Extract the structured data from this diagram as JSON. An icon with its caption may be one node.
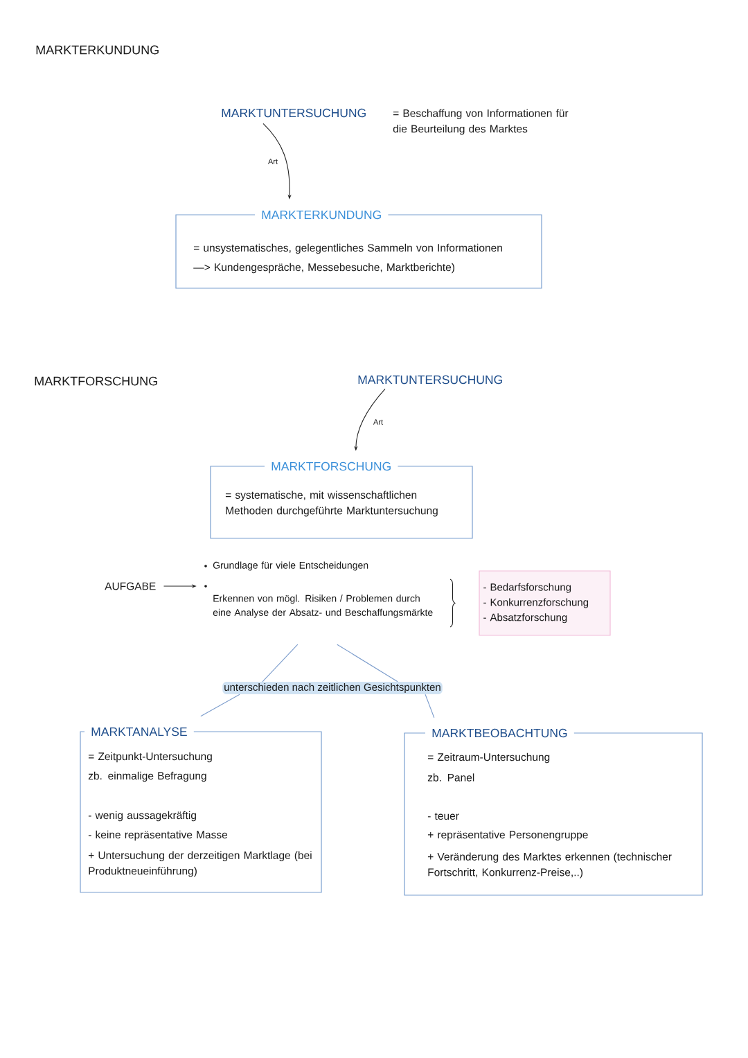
{
  "diagram": {
    "nodes": [
      {
        "text": [
          "MARKTUNTERSUCHUNG"
        ],
        "beside": [
          "= Beschaffung von Informationen für die Beurteilung des Marktes"
        ]
      },
      {
        "text": [
          "MARKTERKUNDUNG",
          "= unsystematisches, gelegentliches Sammeln von Informationen",
          "—> Kundengespräche, Messebesuche, Marktberichte)"
        ]
      },
      {
        "text": [
          "MARKTUNTERSUCHUNG"
        ]
      },
      {
        "text": [
          "MARKTFORSCHUNG",
          "= systematische, mit wissenschaftlichen Methoden durchgeführte Marktuntersuchung"
        ]
      },
      {
        "text": [
          "AUFGABE"
        ]
      },
      {
        "text": [
          "Grundlage für viele Entscheidungen",
          "Erkennen von mögl. Risiken / Problemen durch eine Analyse der Absatz- und Beschaffungsmärkte"
        ]
      },
      {
        "text": [
          "- Bedarfsforschung",
          "- Konkurrenzforschung",
          "- Absatzforschung"
        ]
      },
      {
        "text": [
          "unterschieden nach zeitlichen Gesichtspunkten"
        ]
      },
      {
        "text": [
          "MARKTANALYSE",
          "= Zeitpunkt-Untersuchung",
          "zb. einmalige Befragung",
          "- wenig aussagekräftig",
          "- keine repräsentative Masse",
          "+ Untersuchung der derzeitigen Marktlage (bei Produktneueinführung)"
        ]
      },
      {
        "text": [
          "MARKTBEOBACHTUNG",
          "= Zeitraum-Untersuchung",
          "zb. Panel",
          "- teuer",
          "+ repräsentative Personengruppe",
          "+ Veränderung des Marktes erkennen (technischer Fortschritt, Konkurrenz-Preise,..)"
        ]
      }
    ],
    "edges": [
      {
        "from": 0,
        "to": 1,
        "arrow": "to",
        "label": "Art",
        "color": "#222222"
      },
      {
        "from": 2,
        "to": 3,
        "arrow": "to",
        "label": "Art",
        "color": "#222222"
      },
      {
        "from": 4,
        "to": 5,
        "arrow": "to",
        "color": "#222222"
      },
      {
        "from": 5,
        "to": 7,
        "arrow": "none",
        "color": "#7b9ccc"
      },
      {
        "from": 5,
        "to": 7,
        "arrow": "none",
        "color": "#7b9ccc"
      },
      {
        "from": 7,
        "to": 8,
        "arrow": "none",
        "color": "#7b9ccc"
      },
      {
        "from": 7,
        "to": 9,
        "arrow": "none",
        "color": "#7b9ccc"
      }
    ],
    "labels": [
      "MARKTERKUNDUNG",
      "MARKTFORSCHUNG"
    ]
  }
}
